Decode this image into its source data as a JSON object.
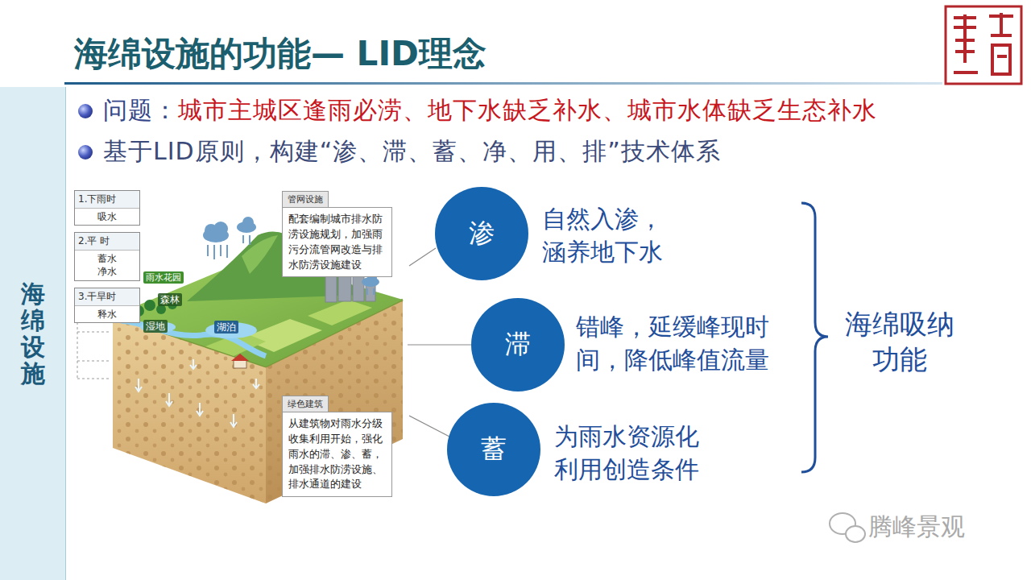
{
  "diagram": {
    "title": "海绵设施的功能— LID理念",
    "nodes": [
      {
        "text": [
          "海绵设施"
        ]
      },
      {
        "text": [
          "1.下雨时",
          "吸水"
        ]
      },
      {
        "text": [
          "2.平 时",
          "蓄水 净水"
        ]
      },
      {
        "text": [
          "3.干旱时",
          "释水"
        ]
      },
      {
        "text": [
          "管网设施",
          "配套编制城市排水防 涝设施规划，加强雨 污分流管网改造与排 水防涝设施建设"
        ]
      },
      {
        "text": [
          "绿色建筑",
          "从建筑物对雨水分级 收集利用开始，强化 雨水的滞、渗、蓄， 加强排水防涝设施、 排水通道的建设"
        ]
      },
      {
        "text": [
          "渗"
        ]
      },
      {
        "text": [
          "滞"
        ]
      },
      {
        "text": [
          "蓄"
        ]
      }
    ],
    "labels": [
      "问题：",
      "城市主城区逢雨必涝、地下水缺乏补水、城市水体缺乏生态补水",
      "基于LID原则，构建“渗、滞、蓄、净、用、排”技术体系",
      "雨水花园",
      "森林",
      "湿地",
      "湖泊",
      "自然入渗， 涵养地下水",
      "错峰，延缓峰现时 间，降低峰值流量",
      "为雨水资源化 利用创造条件",
      "海绵吸纳 功能",
      "腾峰景观"
    ]
  }
}
